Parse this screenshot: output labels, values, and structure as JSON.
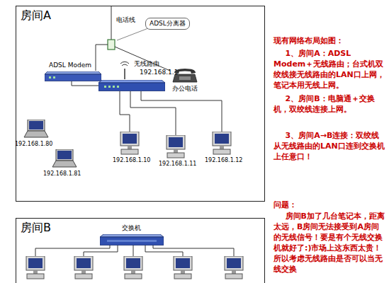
{
  "diagram": {
    "nodes": [
      {
        "text": [
          "房间A"
        ]
      },
      {
        "text": [
          "ADSL分离器"
        ],
        "in": 0
      },
      {
        "text": [
          "ADSL Modem"
        ],
        "in": 0
      },
      {
        "text": [
          "无线路由",
          "192.168.1.1"
        ],
        "in": 0
      },
      {
        "text": [
          "办公电话"
        ],
        "in": 0
      },
      {
        "text": [
          "192.168.1.80"
        ],
        "in": 0
      },
      {
        "text": [
          "192.168.1.81"
        ],
        "in": 0
      },
      {
        "text": [
          "192.168.1.10"
        ],
        "in": 0
      },
      {
        "text": [
          "192.168.1.11"
        ],
        "in": 0
      },
      {
        "text": [
          "192.168.1.12"
        ],
        "in": 0
      },
      {
        "text": [
          "房间B"
        ]
      },
      {
        "text": [
          "交换机"
        ],
        "in": 10
      }
    ],
    "edges": [
      {
        "from": 2,
        "to": 3,
        "arrow": "none"
      },
      {
        "from": 3,
        "to": 7,
        "arrow": "none"
      },
      {
        "from": 3,
        "to": 8,
        "arrow": "none"
      },
      {
        "from": 3,
        "to": 9,
        "arrow": "none"
      }
    ],
    "labels": [
      "电话线",
      "现有网络布局如图：",
      "1、房间A：ADSL Modem＋无线路由；台式机双绞线接无线路由的LAN口上网，笔记本用无线上网。",
      "2、房间B：电脑通＋交换机，双绞线连接上网。",
      "3、房间A→B连接：双绞线从无线路由的LAN口连到交换机上任意口！",
      "问题：",
      "房间B加了几台笔记本，距离太远，B房间无法接受到A房间的无线信号！要是有个无线交换机就好了:)市场上这东西太贵！所以考虑无线路由是否可以当无线交换"
    ]
  }
}
